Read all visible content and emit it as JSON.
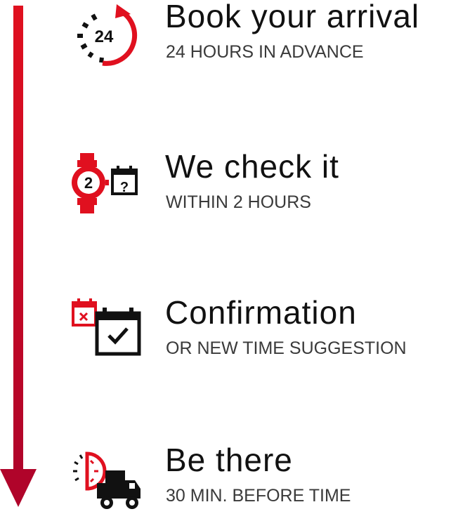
{
  "steps": [
    {
      "title": "Book your arrival",
      "subtitle": "24 HOURS IN ADVANCE",
      "icon": "clock-24-icon",
      "icon_text": "24"
    },
    {
      "title": "We check it",
      "subtitle": "WITHIN 2 HOURS",
      "icon": "watch-calendar-icon",
      "icon_text": "2",
      "icon_text_2": "?"
    },
    {
      "title": "Confirmation",
      "subtitle": "OR NEW TIME SUGGESTION",
      "icon": "calendar-check-icon"
    },
    {
      "title": "Be there",
      "subtitle": "30 MIN. BEFORE TIME",
      "icon": "delivery-truck-timer-icon"
    }
  ],
  "colors": {
    "accent": "#e0101f",
    "arrow_top": "#e0101f",
    "arrow_bottom": "#b0042a",
    "text": "#111111",
    "subtext": "#3a3a3a"
  }
}
